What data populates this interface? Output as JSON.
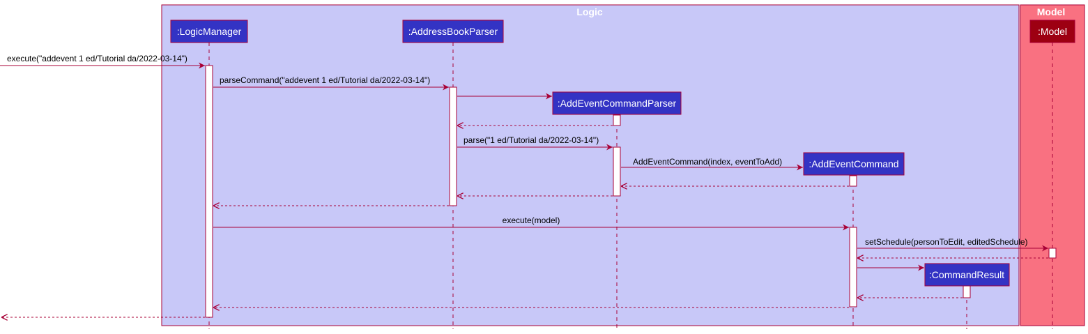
{
  "boxes": {
    "logic": {
      "title": "Logic",
      "fill": "#C8C8F8",
      "stroke": "#A80036"
    },
    "model": {
      "title": "Model",
      "fill": "#F97181",
      "stroke": "#A80036"
    }
  },
  "colors": {
    "arrow": "#A80036",
    "lifeline": "#A80036",
    "participant_fill": "#3333C4",
    "model_participant_fill": "#9D0012",
    "activation_fill": "#FFFFFF"
  },
  "participants": {
    "logic_manager": ":LogicManager",
    "address_book_parser": ":AddressBookParser",
    "add_event_command_parser": ":AddEventCommandParser",
    "add_event_command": ":AddEventCommand",
    "command_result": ":CommandResult",
    "model": ":Model"
  },
  "messages": {
    "execute_input": "execute(\"addevent 1 ed/Tutorial da/2022-03-14\")",
    "parse_command": "parseCommand(\"addevent 1 ed/Tutorial da/2022-03-14\")",
    "parse": "parse(\"1 ed/Tutorial da/2022-03-14\")",
    "add_event_command_ctor": "AddEventCommand(index, eventToAdd)",
    "execute_model": "execute(model)",
    "set_schedule": "setSchedule(personToEdit, editedSchedule)"
  }
}
